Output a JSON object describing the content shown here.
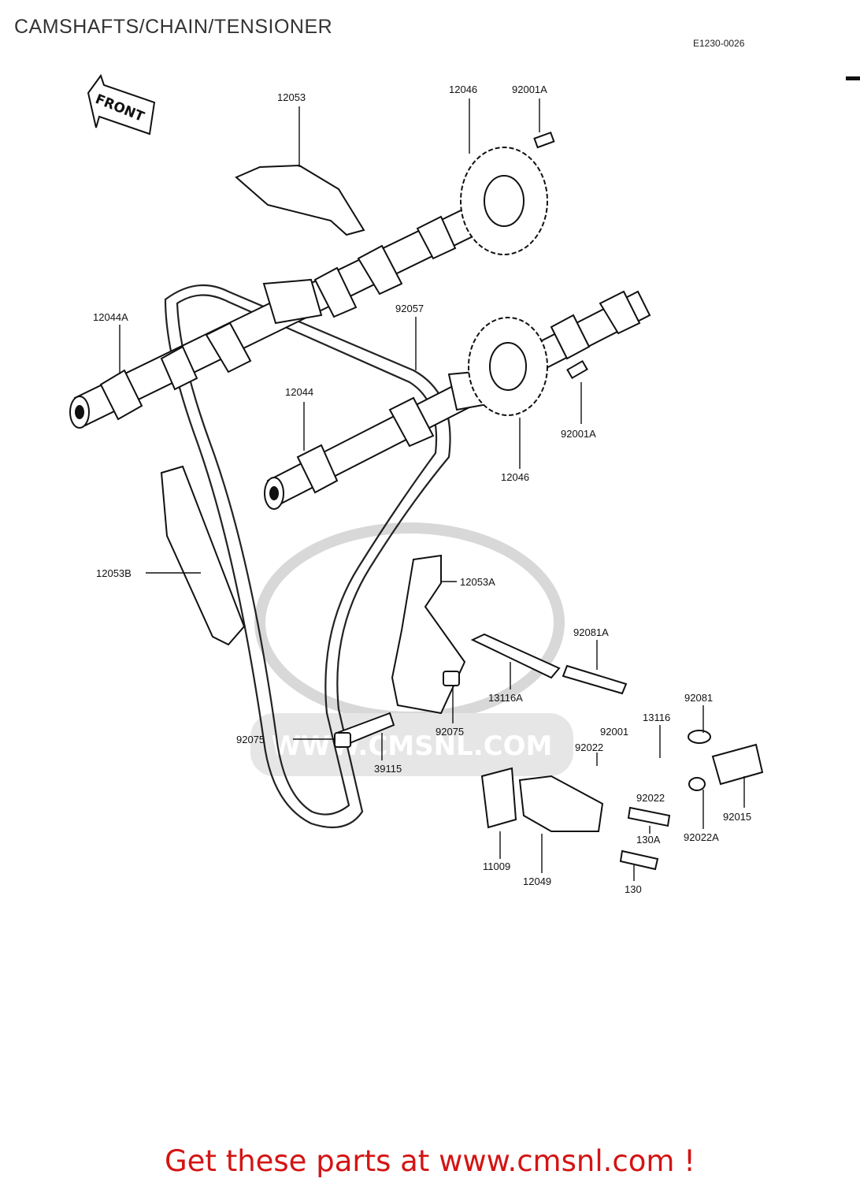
{
  "page": {
    "title": "CAMSHAFTS/CHAIN/TENSIONER",
    "doc_code": "E1230-0026",
    "footer": "Get these parts at www.cmsnl.com !"
  },
  "diagram": {
    "front_arrow": "FRONT",
    "watermark": "WWW.CMSNL.COM",
    "labels": [
      "12053",
      "12046",
      "92001A",
      "12044A",
      "92057",
      "12044",
      "92001A",
      "12046",
      "12053B",
      "12053A",
      "92081A",
      "13116A",
      "92075",
      "92075",
      "39115",
      "13116",
      "92081",
      "92001",
      "92022",
      "92022",
      "130A",
      "92022A",
      "92015",
      "11009",
      "12049",
      "130"
    ]
  }
}
